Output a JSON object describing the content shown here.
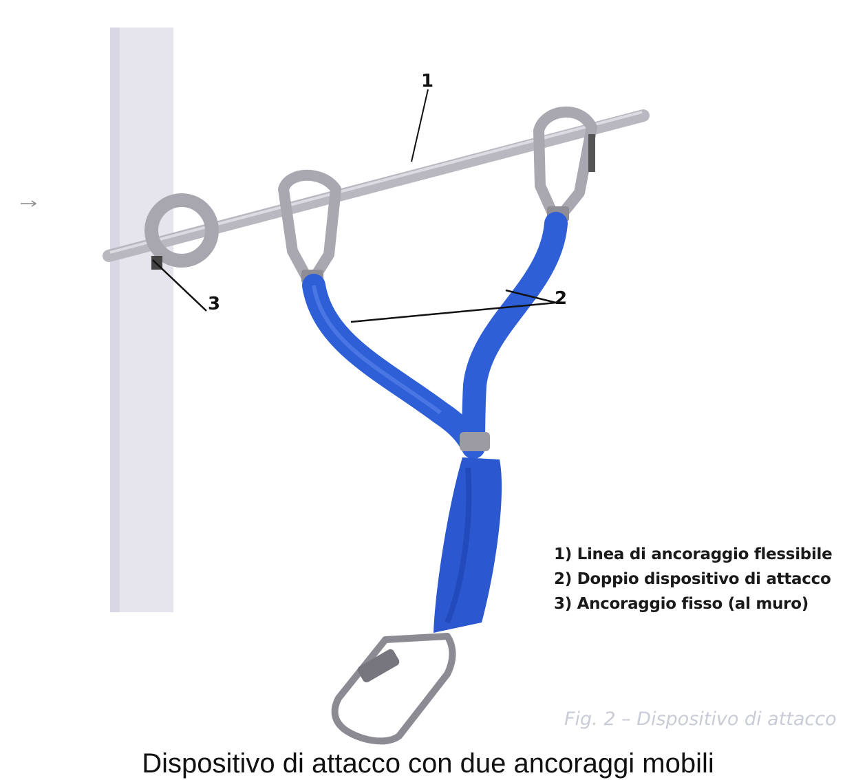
{
  "callouts": {
    "one": "1",
    "two": "2",
    "three": "3"
  },
  "legend": [
    "1) Linea di ancoraggio flessibile",
    "2) Doppio dispositivo di attacco",
    "3) Ancoraggio fisso (al muro)"
  ],
  "faint_caption": "Fig. 2 – Dispositivo di attacco",
  "caption": "Dispositivo di attacco con due ancoraggi mobili",
  "colors": {
    "lanyard": "#2e5fd6",
    "lanyard_dark": "#1f45b0",
    "metal": "#b5b3ba",
    "wall": "#e4e3ec"
  }
}
